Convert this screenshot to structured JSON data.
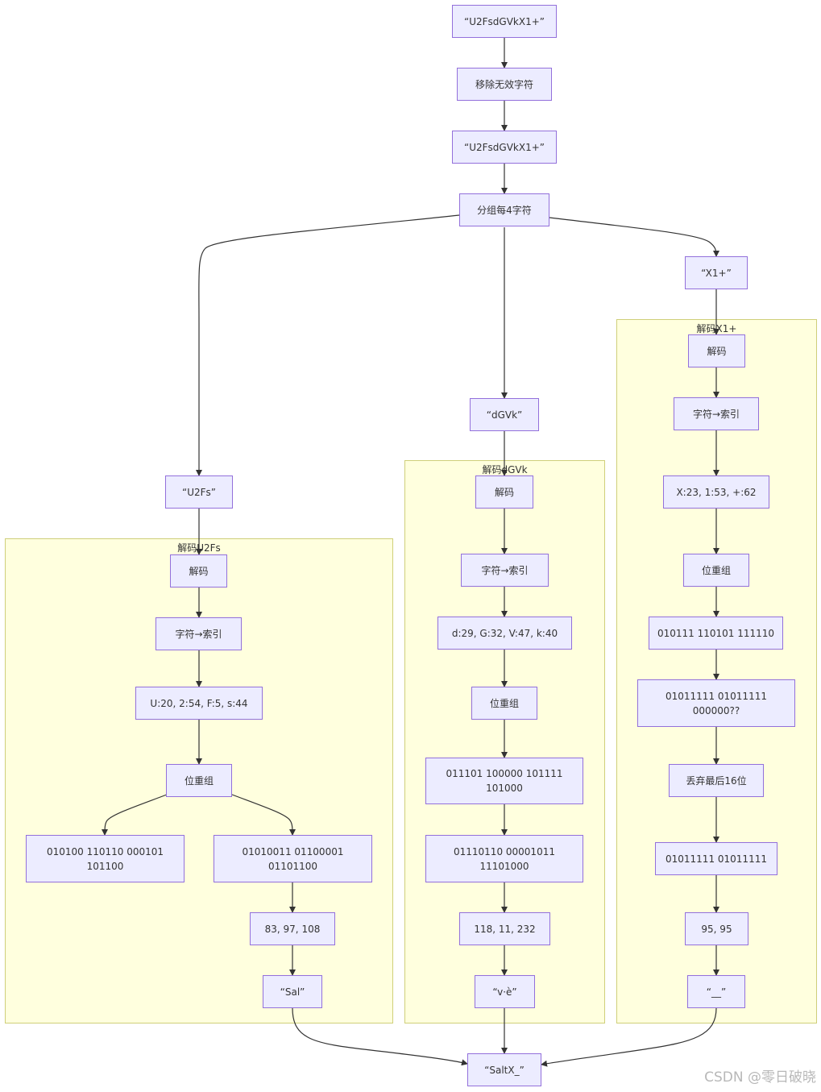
{
  "subgraphs": {
    "u2fs": {
      "title": "解码U2Fs"
    },
    "dgvk": {
      "title": "解码dGVk"
    },
    "x1": {
      "title": "解码X1+"
    }
  },
  "nodes": {
    "input": "“U2FsdGVkX1+”",
    "strip": "移除无效字符",
    "cleaned": "“U2FsdGVkX1+”",
    "split": "分组每4字符",
    "g1": "“U2Fs”",
    "g2": "“dGVk”",
    "g3": "“X1+”",
    "a_decode": "解码",
    "a_index": "字符→索引",
    "a_vals": "U:20, 2:54, F:5, s:44",
    "a_regroup": "位重组",
    "a_bits6_l1": "010100 110110 000101",
    "a_bits6_l2": "101100",
    "a_bits8_l1": "01010011 01100001",
    "a_bits8_l2": "01101100",
    "a_dec": "83, 97, 108",
    "a_str": "“Sal”",
    "b_decode": "解码",
    "b_index": "字符→索引",
    "b_vals": "d:29, G:32, V:47, k:40",
    "b_regroup": "位重组",
    "b_bits6_l1": "011101 100000 101111",
    "b_bits6_l2": "101000",
    "b_bits8_l1": "01110110 00001011",
    "b_bits8_l2": "11101000",
    "b_dec": "118, 11, 232",
    "b_str": "“v·è”",
    "c_decode": "解码",
    "c_index": "字符→索引",
    "c_vals": "X:23, 1:53, +:62",
    "c_regroup": "位重组",
    "c_bits6": "010111 110101 111110",
    "c_bits8_l1": "01011111 01011111",
    "c_bits8_l2": "000000??",
    "c_drop": "丢弃最后16位",
    "c_bits8b": "01011111 01011111",
    "c_dec": "95, 95",
    "c_str": "“__”",
    "result": "“SaltX_”"
  },
  "watermark": "CSDN @零日破晓"
}
